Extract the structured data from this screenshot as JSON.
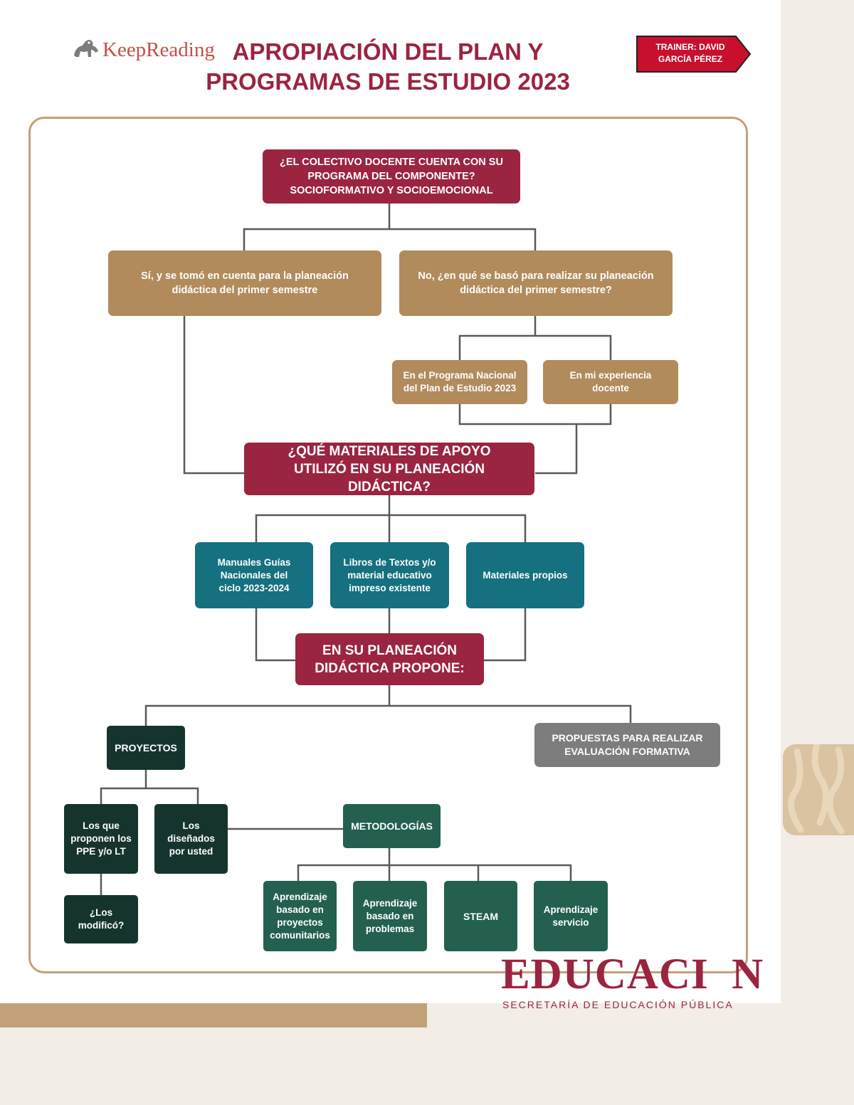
{
  "header": {
    "logo_text": "KeepReading",
    "title_line1": "APROPIACIÓN DEL PLAN Y",
    "title_line2": "PROGRAMAS DE ESTUDIO 2023",
    "trainer_line1": "TRAINER: DAVID",
    "trainer_line2": "GARCÍA PÉREZ"
  },
  "diagram": {
    "q1": "¿EL COLECTIVO DOCENTE CUENTA CON SU PROGRAMA DEL COMPONENTE? SOCIOFORMATIVO Y SOCIOEMOCIONAL",
    "yes": "Sí, y se tomó en cuenta para la planeación didáctica del primer semestre",
    "no": "No, ¿en qué se basó para realizar su planeación didáctica del primer semestre?",
    "no_a": "En el Programa Nacional del Plan de Estudio 2023",
    "no_b": "En mi experiencia docente",
    "q2": "¿QUÉ MATERIALES DE APOYO UTILIZÓ EN SU PLANEACIÓN DIDÁCTICA?",
    "mat1": "Manuales Guías Nacionales del ciclo 2023-2024",
    "mat2": "Libros de Textos y/o material educativo impreso existente",
    "mat3": "Materiales propios",
    "q3": "EN SU PLANEACIÓN DIDÁCTICA PROPONE:",
    "proyectos": "PROYECTOS",
    "propuestas": "PROPUESTAS PARA REALIZAR EVALUACIÓN FORMATIVA",
    "p1": "Los que proponen los PPE y/o LT",
    "p2": "Los diseñados por usted",
    "p3": "¿Los modificó?",
    "metodologias": "METODOLOGÍAS",
    "m1": "Aprendizaje basado en proyectos comunitarios",
    "m2": "Aprendizaje basado en problemas",
    "m3": "STEAM",
    "m4": "Aprendizaje servicio"
  },
  "footer": {
    "edu_title": "EDUCACI  N",
    "edu_subtitle": "SECRETARÍA DE EDUCACIÓN PÚBLICA"
  },
  "colors": {
    "maroon": "#9b2441",
    "tan": "#b18b5b",
    "teal": "#15707f",
    "dark_green": "#16342e",
    "green": "#23604f",
    "gray": "#7d7d7d",
    "frame": "#c1a178",
    "badge_red": "#c8102e"
  }
}
